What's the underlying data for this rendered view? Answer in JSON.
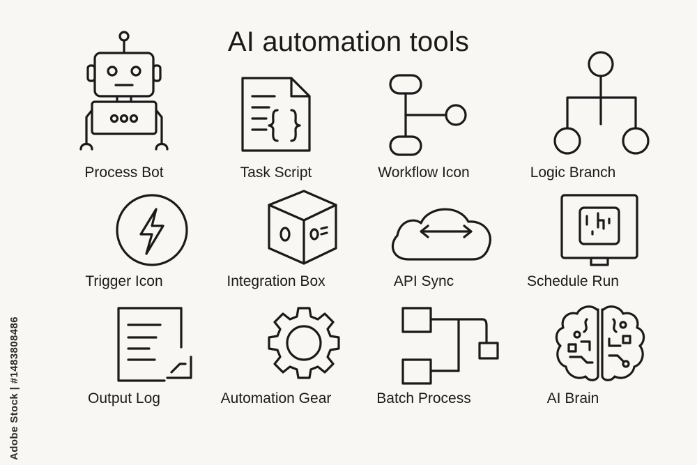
{
  "title": "AI automation tools",
  "watermark": "Adobe Stock | #1483808486",
  "icons": [
    {
      "label": "Process Bot",
      "icon": "robot-icon"
    },
    {
      "label": "Task Script",
      "icon": "script-document-icon"
    },
    {
      "label": "Workflow Icon",
      "icon": "workflow-icon"
    },
    {
      "label": "Logic Branch",
      "icon": "logic-branch-icon"
    },
    {
      "label": "Trigger Icon",
      "icon": "lightning-trigger-icon"
    },
    {
      "label": "Integration Box",
      "icon": "integration-cube-icon"
    },
    {
      "label": "API Sync",
      "icon": "cloud-sync-icon"
    },
    {
      "label": "Schedule Run",
      "icon": "schedule-screen-icon"
    },
    {
      "label": "Output Log",
      "icon": "output-log-icon"
    },
    {
      "label": "Automation Gear",
      "icon": "gear-icon"
    },
    {
      "label": "Batch Process",
      "icon": "batch-process-icon"
    },
    {
      "label": "AI Brain",
      "icon": "circuit-brain-icon"
    }
  ]
}
